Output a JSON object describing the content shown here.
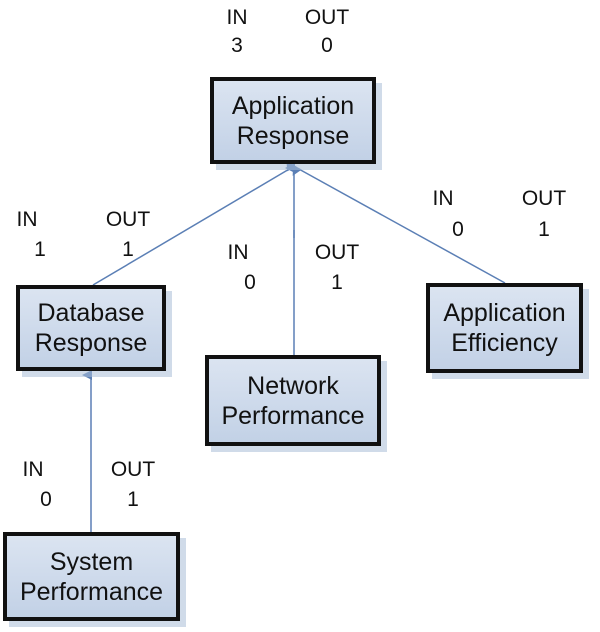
{
  "nodes": {
    "app_response": {
      "line1": "Application",
      "line2": "Response",
      "in_label": "IN",
      "in": "3",
      "out_label": "OUT",
      "out": "0"
    },
    "db_response": {
      "line1": "Database",
      "line2": "Response",
      "in_label": "IN",
      "in": "1",
      "out_label": "OUT",
      "out": "1"
    },
    "network": {
      "line1": "Network",
      "line2": "Performance",
      "in_label": "IN",
      "in": "0",
      "out_label": "OUT",
      "out": "1"
    },
    "app_efficiency": {
      "line1": "Application",
      "line2": "Efficiency",
      "in_label": "IN",
      "in": "0",
      "out_label": "OUT",
      "out": "1"
    },
    "system": {
      "line1": "System",
      "line2": "Performance",
      "in_label": "IN",
      "in": "0",
      "out_label": "OUT",
      "out": "1"
    }
  },
  "edges": [
    {
      "from": "db_response",
      "to": "app_response"
    },
    {
      "from": "network",
      "to": "app_response"
    },
    {
      "from": "app_efficiency",
      "to": "app_response"
    },
    {
      "from": "system",
      "to": "db_response"
    }
  ],
  "colors": {
    "edge": "#5b7fb5",
    "border": "#111111"
  }
}
